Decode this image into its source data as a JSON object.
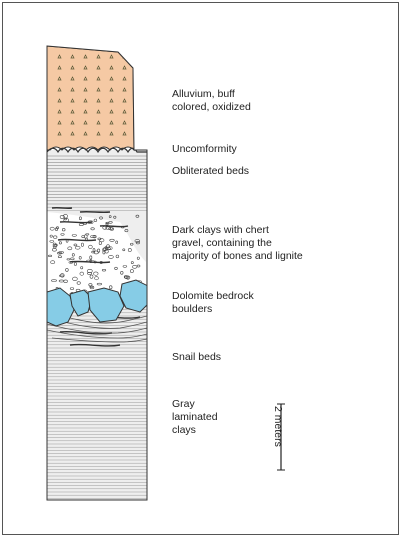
{
  "colors": {
    "alluvium": "#f5c9a4",
    "boulder": "#86cce6",
    "bed_fill": "#eeeeee",
    "line": "#444444"
  },
  "labels": {
    "alluvium": [
      "Alluvium, buff",
      "colored, oxidized"
    ],
    "unconformity": "Uncomformity",
    "obliterated": "Obliterated beds",
    "dark_clays": [
      "Dark clays with chert",
      "gravel, containing the",
      "majority of bones and lignite"
    ],
    "dolomite": [
      "Dolomite bedrock",
      "boulders"
    ],
    "snail": "Snail beds",
    "gray": [
      "Gray",
      "laminated",
      "clays"
    ]
  },
  "scale_bar": {
    "label": "2 meters"
  }
}
